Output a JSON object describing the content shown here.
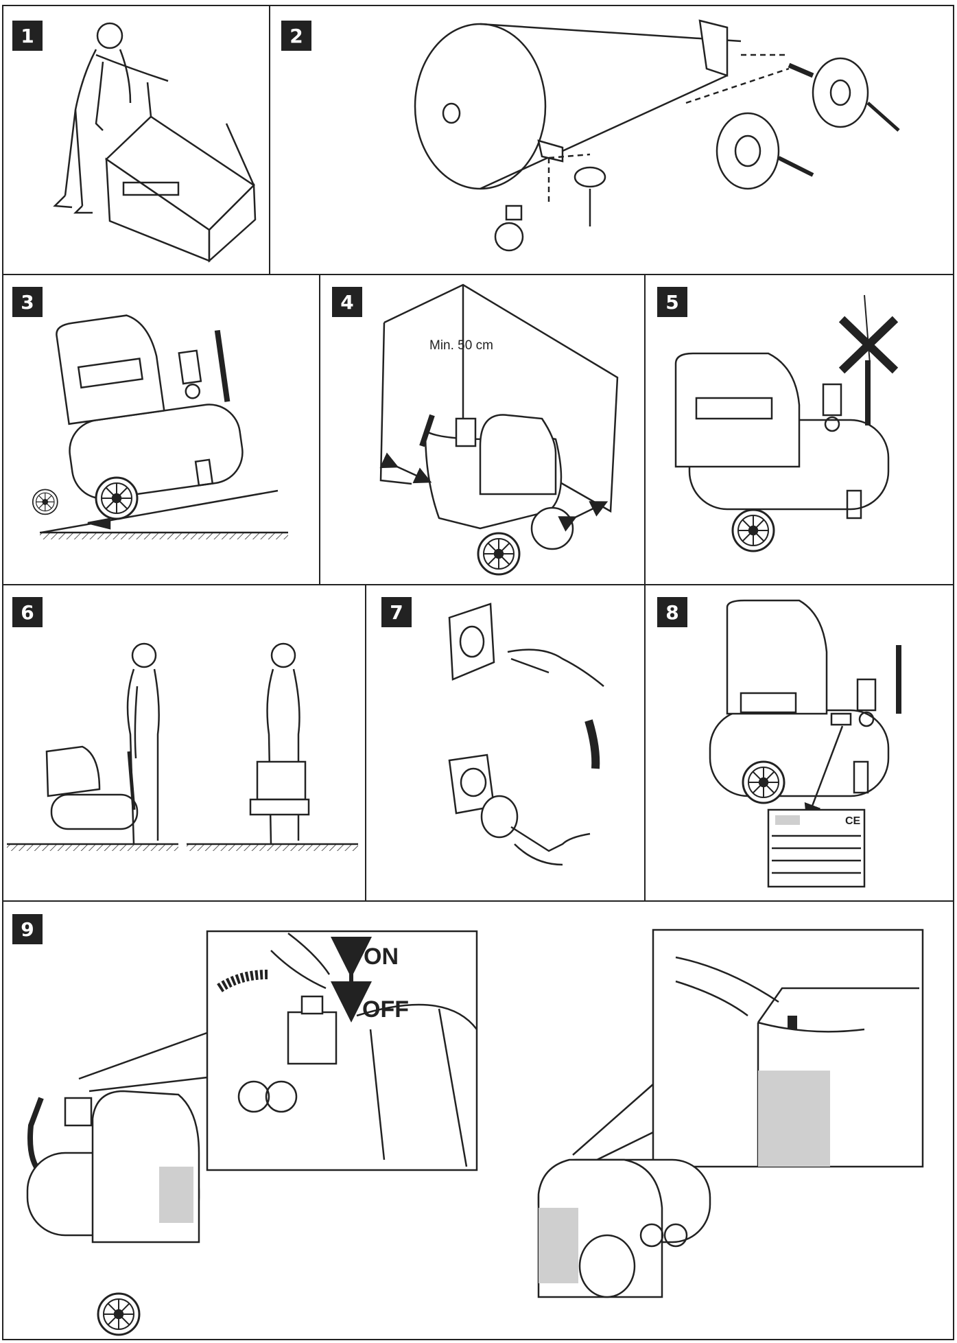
{
  "panels": [
    {
      "id": "1",
      "label": "1"
    },
    {
      "id": "2",
      "label": "2"
    },
    {
      "id": "3",
      "label": "3"
    },
    {
      "id": "4",
      "label": "4"
    },
    {
      "id": "5",
      "label": "5"
    },
    {
      "id": "6",
      "label": "6"
    },
    {
      "id": "7",
      "label": "7"
    },
    {
      "id": "8",
      "label": "8"
    },
    {
      "id": "9",
      "label": "9"
    }
  ],
  "annotations": {
    "min_distance": "Min. 50 cm",
    "ce_mark": "CE",
    "switch_on": "ON",
    "switch_off": "OFF"
  },
  "colors": {
    "line": "#222222",
    "label_bg": "#222222",
    "label_fg": "#ffffff",
    "shade": "#cfcfcf"
  }
}
